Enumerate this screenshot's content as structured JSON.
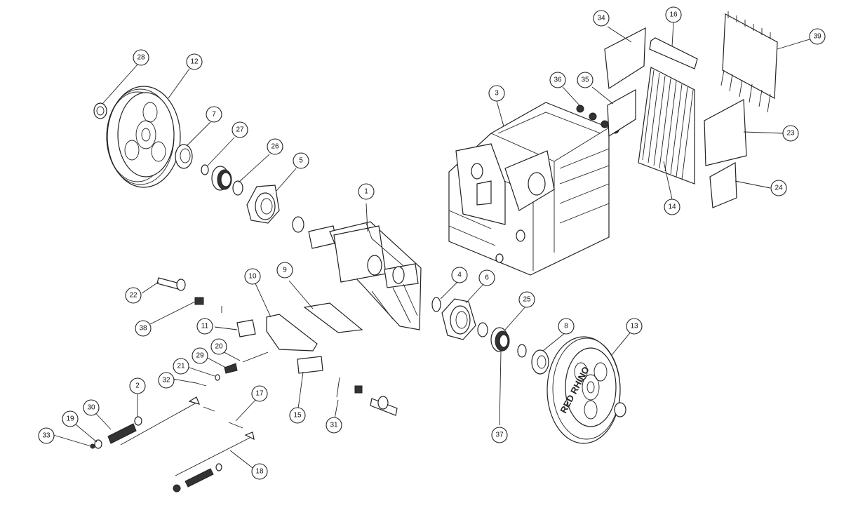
{
  "diagram": {
    "brand_text": "RED RHINO",
    "callouts": [
      {
        "id": "c1",
        "label": "1"
      },
      {
        "id": "c2",
        "label": "2"
      },
      {
        "id": "c3",
        "label": "3"
      },
      {
        "id": "c4",
        "label": "4"
      },
      {
        "id": "c5",
        "label": "5"
      },
      {
        "id": "c6",
        "label": "6"
      },
      {
        "id": "c7",
        "label": "7"
      },
      {
        "id": "c8",
        "label": "8"
      },
      {
        "id": "c9",
        "label": "9"
      },
      {
        "id": "c10",
        "label": "10"
      },
      {
        "id": "c11",
        "label": "11"
      },
      {
        "id": "c12",
        "label": "12"
      },
      {
        "id": "c13",
        "label": "13"
      },
      {
        "id": "c14",
        "label": "14"
      },
      {
        "id": "c15",
        "label": "15"
      },
      {
        "id": "c16",
        "label": "16"
      },
      {
        "id": "c17",
        "label": "17"
      },
      {
        "id": "c18",
        "label": "18"
      },
      {
        "id": "c19",
        "label": "19"
      },
      {
        "id": "c20",
        "label": "20"
      },
      {
        "id": "c21",
        "label": "21"
      },
      {
        "id": "c22",
        "label": "22"
      },
      {
        "id": "c23",
        "label": "23"
      },
      {
        "id": "c24",
        "label": "24"
      },
      {
        "id": "c25",
        "label": "25"
      },
      {
        "id": "c26",
        "label": "26"
      },
      {
        "id": "c27",
        "label": "27"
      },
      {
        "id": "c28",
        "label": "28"
      },
      {
        "id": "c29",
        "label": "29"
      },
      {
        "id": "c30",
        "label": "30"
      },
      {
        "id": "c31",
        "label": "31"
      },
      {
        "id": "c32",
        "label": "32"
      },
      {
        "id": "c33",
        "label": "33"
      },
      {
        "id": "c34",
        "label": "34"
      },
      {
        "id": "c35",
        "label": "35"
      },
      {
        "id": "c36",
        "label": "36"
      },
      {
        "id": "c37",
        "label": "37"
      },
      {
        "id": "c38",
        "label": "38"
      },
      {
        "id": "c39",
        "label": "39"
      }
    ]
  }
}
